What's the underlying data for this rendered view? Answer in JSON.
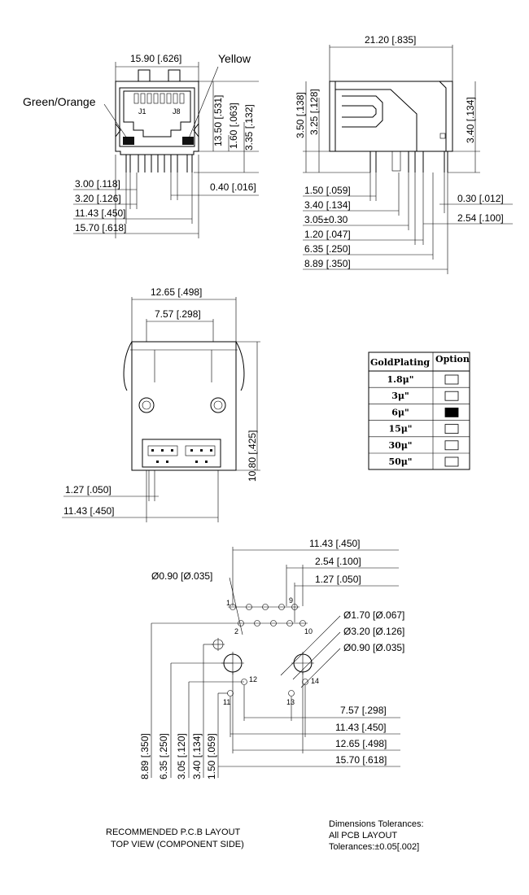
{
  "front_view": {
    "top_width": "15.90 [.626]",
    "label_yellow": "Yellow",
    "label_green_orange": "Green/Orange",
    "pin_j1": "J1",
    "pin_j8": "J8",
    "v_13_50": "13.50 [.531]",
    "v_1_60": "1.60 [.063]",
    "v_3_35": "3.35 [.132]",
    "d_3_00": "3.00 [.118]",
    "d_3_20": "3.20 [.126]",
    "d_0_40": "0.40 [.016]",
    "d_11_43": "11.43 [.450]",
    "d_15_70": "15.70 [.618]"
  },
  "side_view": {
    "top_width": "21.20 [.835]",
    "v_3_50": "3.50 [.138]",
    "v_3_25": "3.25 [.128]",
    "v_3_40": "3.40 [.134]",
    "d_1_50": "1.50 [.059]",
    "d_3_40": "3.40 [.134]",
    "d_3_05": "3.05±0.30",
    "d_1_20": "1.20 [.047]",
    "d_6_35": "6.35 [.250]",
    "d_8_89": "8.89 [.350]",
    "d_0_30": "0.30 [.012]",
    "d_2_54": "2.54 [.100]"
  },
  "bottom_view": {
    "d_12_65": "12.65 [.498]",
    "d_7_57": "7.57 [.298]",
    "v_10_80": "10.80 [.425]",
    "d_1_27": "1.27 [.050]",
    "d_11_43": "11.43 [.450]"
  },
  "plating_table": {
    "header_plating": "GoldPlating",
    "header_option": "Option",
    "rows": [
      {
        "value": "1.8μ\"",
        "selected": false
      },
      {
        "value": "3μ\"",
        "selected": false
      },
      {
        "value": "6μ\"",
        "selected": true
      },
      {
        "value": "15μ\"",
        "selected": false
      },
      {
        "value": "30μ\"",
        "selected": false
      },
      {
        "value": "50μ\"",
        "selected": false
      }
    ]
  },
  "pcb_layout": {
    "d_11_43": "11.43 [.450]",
    "d_2_54": "2.54 [.100]",
    "d_1_27": "1.27 [.050]",
    "hole_0_90_top": "Ø0.90 [Ø.035]",
    "hole_1_70": "Ø1.70 [Ø.067]",
    "hole_3_20": "Ø3.20 [Ø.126]",
    "hole_0_90_right": "Ø0.90 [Ø.035]",
    "pin_1": "1",
    "pin_2": "2",
    "pin_9": "9",
    "pin_10": "10",
    "pin_11": "11",
    "pin_12": "12",
    "pin_13": "13",
    "pin_14": "14",
    "v_8_89": "8.89 [.350]",
    "v_6_35": "6.35 [.250]",
    "v_3_05": "3.05 [.120]",
    "v_3_40": "3.40 [.134]",
    "v_1_50": "1.50 [.059]",
    "h_7_57": "7.57 [.298]",
    "h_11_43": "11.43 [.450]",
    "h_12_65": "12.65 [.498]",
    "h_15_70": "15.70 [.618]"
  },
  "notes": {
    "layout_line1": "RECOMMENDED P.C.B LAYOUT",
    "layout_line2": "TOP VIEW (COMPONENT SIDE)",
    "tol_line1": "Dimensions Tolerances:",
    "tol_line2": "All PCB LAYOUT",
    "tol_line3": "Tolerances:±0.05[.002]"
  }
}
